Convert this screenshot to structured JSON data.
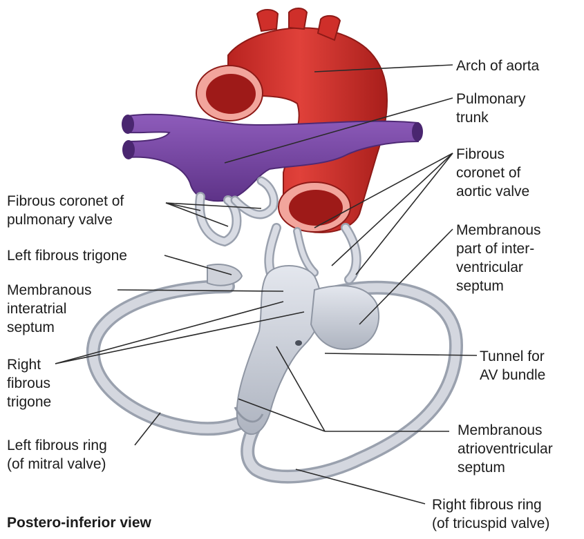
{
  "caption": "Postero-inferior view",
  "labels": {
    "arch_of_aorta": "Arch of aorta",
    "pulmonary_trunk": "Pulmonary\ntrunk",
    "fibrous_coronet_aortic": "Fibrous\ncoronet of\naortic valve",
    "membranous_interventricular": "Membranous\npart of inter-\nventricular\nseptum",
    "tunnel_av_bundle": "Tunnel for\nAV bundle",
    "membranous_atrioventricular": "Membranous\natrioventricular\nseptum",
    "right_fibrous_ring": "Right fibrous ring\n(of tricuspid valve)",
    "fibrous_coronet_pulmonary": "Fibrous coronet of\npulmonary valve",
    "left_fibrous_trigone": "Left fibrous trigone",
    "membranous_interatrial": "Membranous\ninteratrial\nseptum",
    "right_fibrous_trigone": "Right\nfibrous\ntrigone",
    "left_fibrous_ring": "Left fibrous ring\n(of mitral valve)"
  },
  "colors": {
    "aorta": "#d8312b",
    "aorta_dark": "#9e1a18",
    "aorta_rim": "#f2a59c",
    "pulmonary": "#7b4aa6",
    "pulmonary_dark": "#5a2f82",
    "fibrous": "#c9cdd6",
    "fibrous_dark": "#9aa1ae",
    "leader": "#2a2a2a"
  }
}
